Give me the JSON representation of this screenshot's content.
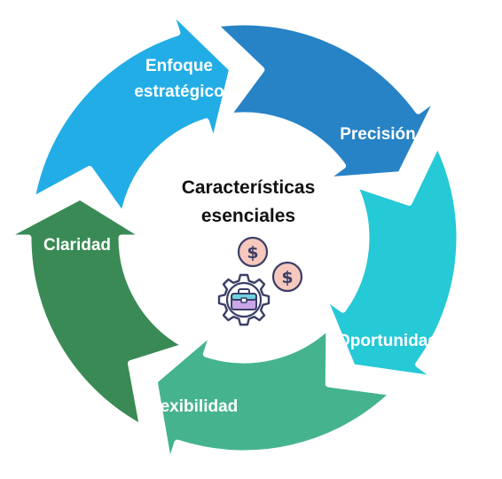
{
  "diagram": {
    "center_title": [
      "Características",
      "esenciales"
    ],
    "center_icon": "gear-briefcase-dollar-icon",
    "segments": [
      {
        "id": "enfoque",
        "lines": [
          "Enfoque",
          "estratégico"
        ],
        "color": "#22ade6"
      },
      {
        "id": "precision",
        "lines": [
          "Precisión"
        ],
        "color": "#2783c6"
      },
      {
        "id": "oportunidad",
        "lines": [
          "Oportunidad"
        ],
        "color": "#26c9d6"
      },
      {
        "id": "flexibilidad",
        "lines": [
          "Flexibilidad"
        ],
        "color": "#45b48e"
      },
      {
        "id": "claridad",
        "lines": [
          "Claridad"
        ],
        "color": "#3a8a55"
      }
    ]
  }
}
